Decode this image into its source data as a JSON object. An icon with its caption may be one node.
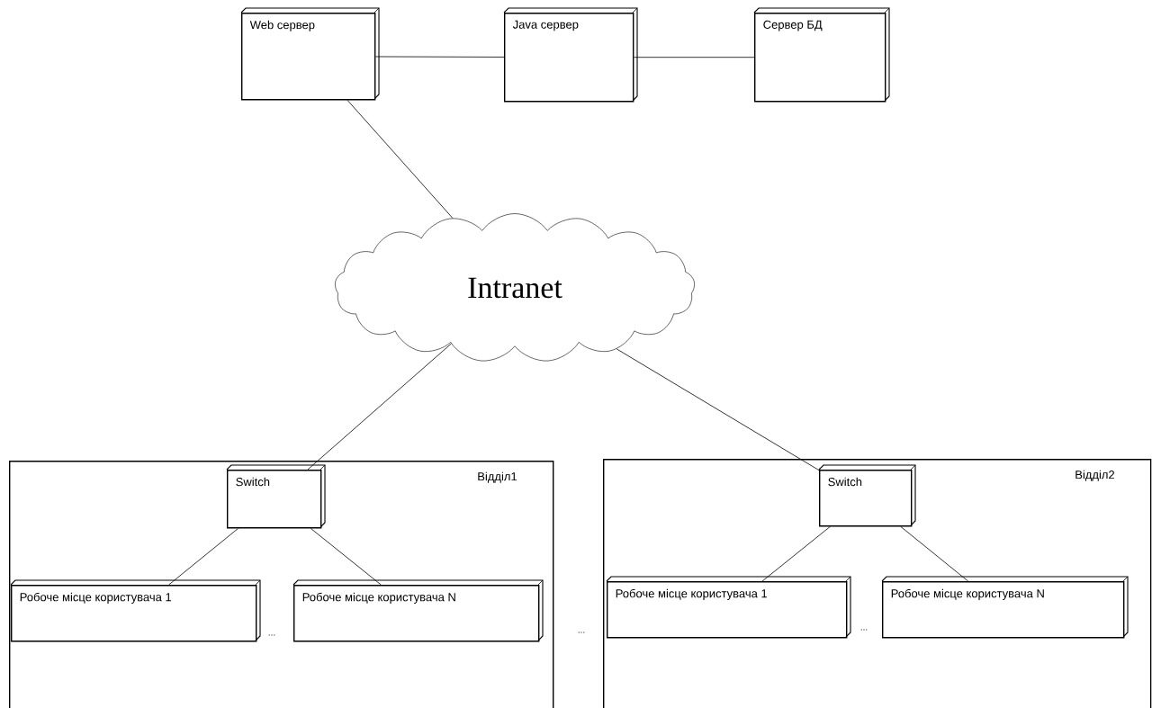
{
  "diagram": {
    "nodes": [
      {
        "text": [
          "Web сервер"
        ]
      },
      {
        "text": [
          "Java сервер"
        ]
      },
      {
        "text": [
          "Сервер БД"
        ]
      },
      {
        "text": [
          "Intranet"
        ]
      },
      {
        "text": [
          "Відділ1"
        ]
      },
      {
        "text": [
          "Switch"
        ],
        "in": 4
      },
      {
        "text": [
          "Робоче місце користувача 1"
        ],
        "in": 4
      },
      {
        "text": [
          "Робоче місце користувача N"
        ],
        "in": 4
      },
      {
        "text": [
          "Відділ2"
        ]
      },
      {
        "text": [
          "Switch"
        ],
        "in": 8
      },
      {
        "text": [
          "Робоче місце користувача 1"
        ],
        "in": 8
      },
      {
        "text": [
          "Робоче місце користувача N"
        ],
        "in": 8
      }
    ],
    "edges": [
      {
        "from": 0,
        "to": 1,
        "arrow": "none"
      },
      {
        "from": 1,
        "to": 2,
        "arrow": "none"
      },
      {
        "from": 0,
        "to": 3,
        "arrow": "none"
      },
      {
        "from": 3,
        "to": 5,
        "arrow": "none"
      },
      {
        "from": 3,
        "to": 9,
        "arrow": "none"
      },
      {
        "from": 5,
        "to": 6,
        "arrow": "none"
      },
      {
        "from": 5,
        "to": 7,
        "arrow": "none"
      },
      {
        "from": 9,
        "to": 10,
        "arrow": "none"
      },
      {
        "from": 9,
        "to": 11,
        "arrow": "none"
      }
    ],
    "labels": [
      "...",
      "...",
      "..."
    ]
  }
}
